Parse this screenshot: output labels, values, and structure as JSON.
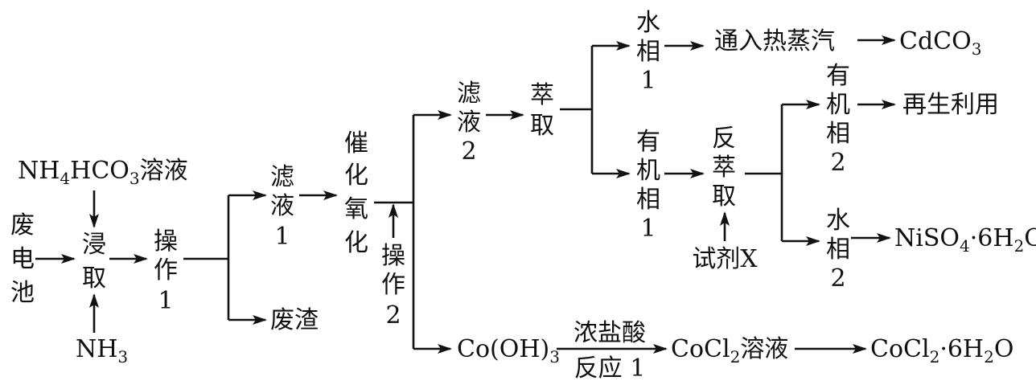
{
  "nodes": {
    "waste_battery": [
      "废",
      "电",
      "池"
    ],
    "nh4hco3": {
      "a": "NH",
      "s1": "4",
      "b": "HCO",
      "s2": "3",
      "c": "溶液"
    },
    "leach": [
      "浸",
      "取"
    ],
    "nh3": {
      "a": "NH",
      "s": "3"
    },
    "op1": [
      "操",
      "作",
      "1"
    ],
    "filtrate1": [
      "滤",
      "液",
      "1"
    ],
    "waste_residue": "废渣",
    "cat_oxidation": [
      "催",
      "化",
      "氧",
      "化"
    ],
    "op2": [
      "操",
      "作",
      "2"
    ],
    "filtrate2": [
      "滤",
      "液",
      "2"
    ],
    "extraction": [
      "萃",
      "取"
    ],
    "aqueous1": [
      "水",
      "相",
      "1"
    ],
    "steam": "通入热蒸汽",
    "cdco3": {
      "a": "CdCO",
      "s": "3"
    },
    "organic1": [
      "有",
      "机",
      "相",
      "1"
    ],
    "back_extraction": [
      "反",
      "萃",
      "取"
    ],
    "reagent_x": "试剂X",
    "organic2": [
      "有",
      "机",
      "相",
      "2"
    ],
    "recycle": "再生利用",
    "aqueous2": [
      "水",
      "相",
      "2"
    ],
    "niso4": {
      "a": "NiSO",
      "s1": "4",
      "b": "·6H",
      "s2": "2",
      "c": "O"
    },
    "cooh3": {
      "a": "Co(OH)",
      "s": "3"
    },
    "conc_hcl": "浓盐酸",
    "reaction1": "反应 1",
    "cocl2_sol": {
      "a": "CoCl",
      "s": "2",
      "b": "溶液"
    },
    "cocl2_hydrate": {
      "a": "CoCl",
      "s1": "2",
      "b": "·6H",
      "s2": "2",
      "c": "O"
    }
  }
}
